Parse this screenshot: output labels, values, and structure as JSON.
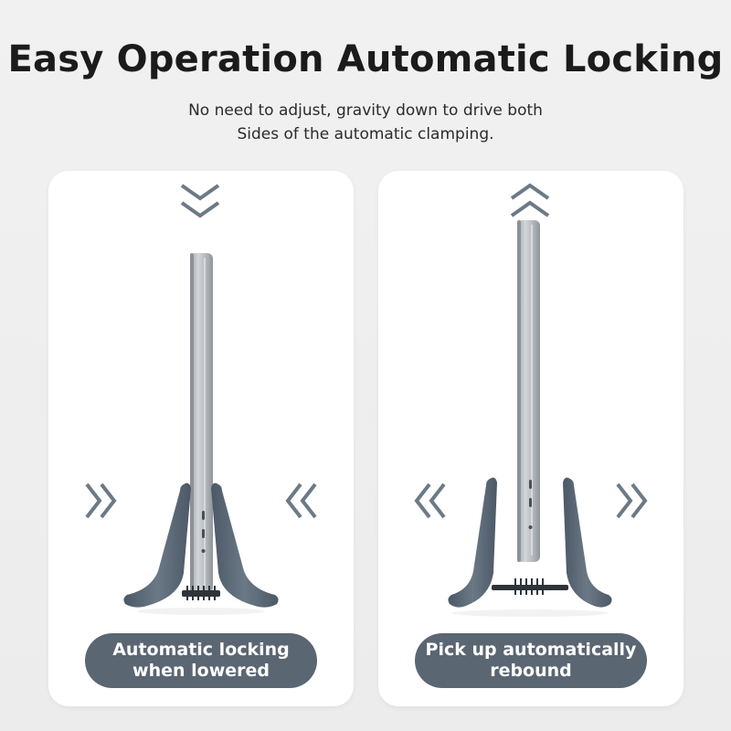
{
  "header": {
    "title": "Easy Operation Automatic Locking",
    "subtitle_line1": "No need to adjust, gravity down to drive both",
    "subtitle_line2": "Sides of the automatic clamping."
  },
  "panels": [
    {
      "caption_line1": "Automatic locking",
      "caption_line2": "when lowered",
      "top_arrow_icon": "double-chevron-down-icon",
      "side_arrow_icons": [
        "double-chevron-right-icon",
        "double-chevron-left-icon"
      ]
    },
    {
      "caption_line1": "Pick up automatically",
      "caption_line2": "rebound",
      "top_arrow_icon": "double-chevron-up-icon",
      "side_arrow_icons": [
        "double-chevron-left-icon",
        "double-chevron-right-icon"
      ]
    }
  ],
  "colors": {
    "background": "#efefef",
    "card": "#ffffff",
    "caption_pill": "#5a6672",
    "arrow": "#6c7a86",
    "stand": "#556270",
    "laptop": "#b8bcc0"
  }
}
